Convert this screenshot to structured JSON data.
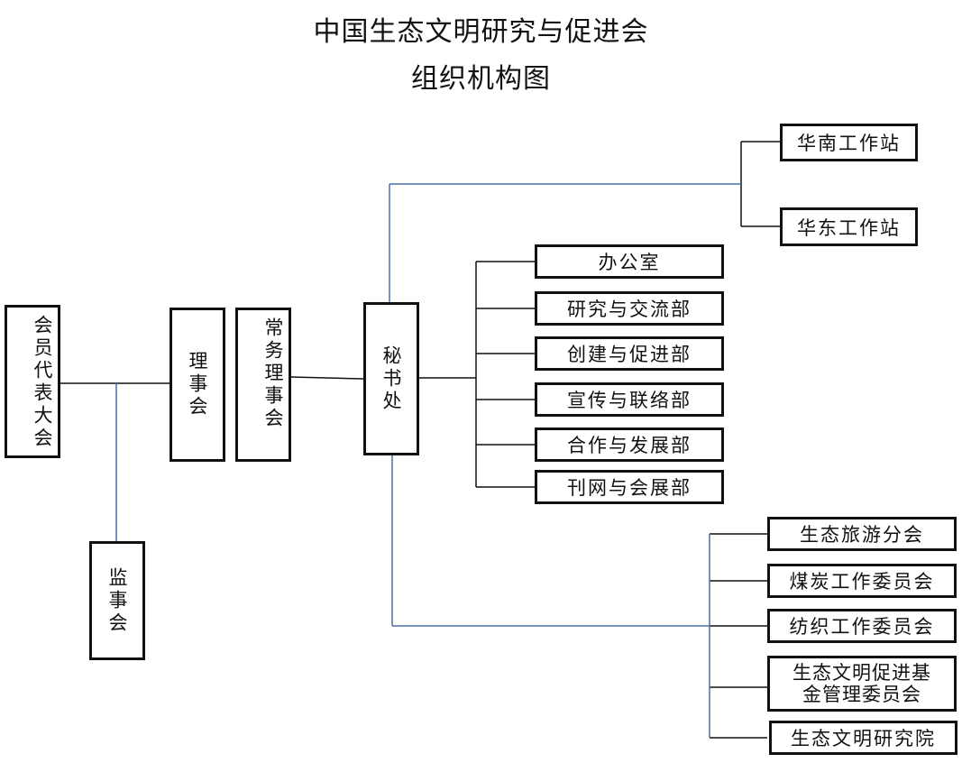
{
  "title_line1": "中国生态文明研究与促进会",
  "title_line2": "组织机构图",
  "nodes": {
    "member_congress": "会员代表大会",
    "supervisory_board": "监事会",
    "council": "理事会",
    "standing_council": "常务理事会",
    "secretariat": "秘书处",
    "stations": [
      "华南工作站",
      "华东工作站"
    ],
    "departments": [
      "办公室",
      "研究与交流部",
      "创建与促进部",
      "宣传与联络部",
      "合作与发展部",
      "刊网与会展部"
    ],
    "branches": [
      "生态旅游分会",
      "煤炭工作委员会",
      "纺织工作委员会"
    ],
    "fund_committee": [
      "生态文明促进基",
      "金管理委员会"
    ],
    "institute": "生态文明研究院"
  },
  "colors": {
    "black_line": "#111111",
    "blue_line": "#4a6fa5"
  }
}
